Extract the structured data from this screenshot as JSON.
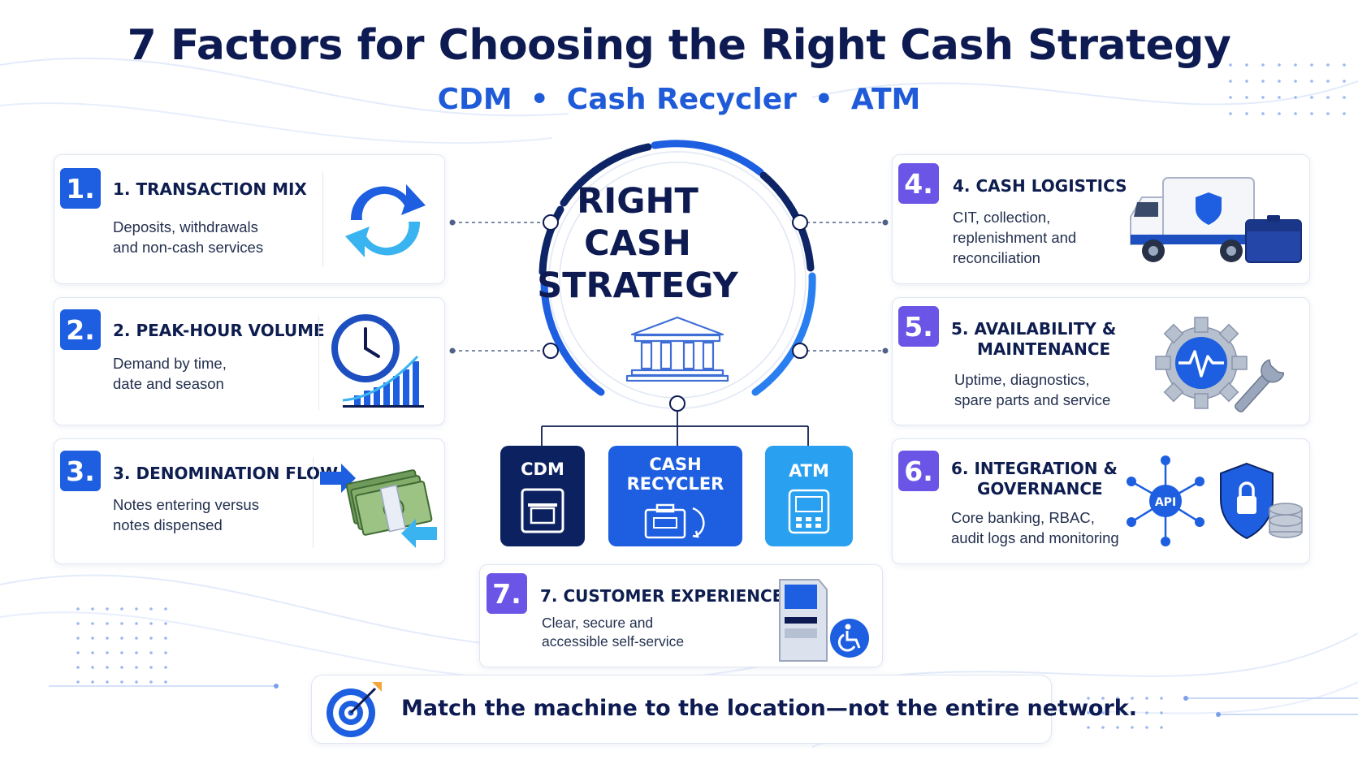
{
  "title": "7 Factors for Choosing the Right Cash Strategy",
  "subtitle": {
    "items": [
      "CDM",
      "Cash Recycler",
      "ATM"
    ],
    "separator": "•"
  },
  "center": {
    "line1": "RIGHT",
    "line2": "CASH",
    "line3": "STRATEGY",
    "icon": "bank-building-icon"
  },
  "machines": [
    {
      "label_line1": "CDM",
      "label_line2": "",
      "color": "#0b2160",
      "icon": "cash-slot-icon"
    },
    {
      "label_line1": "CASH",
      "label_line2": "RECYCLER",
      "color": "#1d5fe0",
      "icon": "recycle-cassette-icon"
    },
    {
      "label_line1": "ATM",
      "label_line2": "",
      "color": "#2aa0f0",
      "icon": "keypad-screen-icon"
    }
  ],
  "factors": [
    {
      "number": "1.",
      "title": "1.  TRANSACTION MIX",
      "title_line2": "",
      "desc_line1": "Deposits, withdrawals",
      "desc_line2": "and non-cash services",
      "icon": "refresh-arrows-icon",
      "badge_color": "#1d5fe0"
    },
    {
      "number": "2.",
      "title": "2.  PEAK-HOUR VOLUME",
      "title_line2": "",
      "desc_line1": "Demand by time,",
      "desc_line2": "date and season",
      "icon": "clock-bar-chart-icon",
      "badge_color": "#1d5fe0"
    },
    {
      "number": "3.",
      "title": "3.  DENOMINATION FLOW",
      "title_line2": "",
      "desc_line1": "Notes entering versus",
      "desc_line2": "notes dispensed",
      "icon": "cash-stack-arrows-icon",
      "badge_color": "#1d5fe0"
    },
    {
      "number": "4.",
      "title": "4.  CASH LOGISTICS",
      "title_line2": "",
      "desc_line1": "CIT, collection,",
      "desc_line2": "replenishment and",
      "desc_line3": "reconciliation",
      "icon": "armored-truck-icon",
      "badge_color": "#6a55e6"
    },
    {
      "number": "5.",
      "title": "5.  AVAILABILITY &",
      "title_line2": "MAINTENANCE",
      "desc_line1": "Uptime, diagnostics,",
      "desc_line2": "spare parts and service",
      "icon": "gear-wrench-icon",
      "badge_color": "#6a55e6"
    },
    {
      "number": "6.",
      "title": "6.  INTEGRATION &",
      "title_line2": "GOVERNANCE",
      "desc_line1": "Core banking, RBAC,",
      "desc_line2": "audit logs and monitoring",
      "icon": "api-shield-icon",
      "badge_color": "#6a55e6"
    },
    {
      "number": "7.",
      "title": "7.  CUSTOMER EXPERIENCE",
      "title_line2": "",
      "desc_line1": "Clear, secure and",
      "desc_line2": "accessible self-service",
      "icon": "kiosk-accessibility-icon",
      "badge_color": "#6a55e6"
    }
  ],
  "banner": {
    "text": "Match the machine to the location—not the entire network.",
    "icon": "target-arrow-icon"
  },
  "colors": {
    "navy": "#0d1b52",
    "blue": "#1d5fe0",
    "purple": "#6a55e6",
    "sky": "#2aa0f0"
  }
}
